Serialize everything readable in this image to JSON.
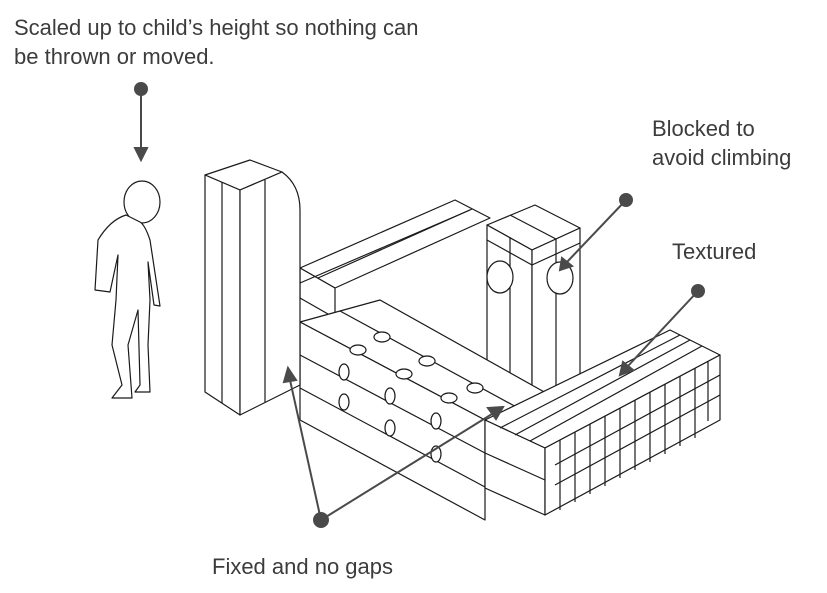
{
  "labels": {
    "height_line1": "Scaled up to child’s height so nothing can",
    "height_line2": "be thrown or moved.",
    "blocked_line1": "Blocked to",
    "blocked_line2": "avoid climbing",
    "textured": "Textured",
    "fixed": "Fixed and no gaps"
  },
  "colors": {
    "line": "#1a1a1a",
    "arrow": "#4a4a4a",
    "text": "#3c3c3c"
  }
}
